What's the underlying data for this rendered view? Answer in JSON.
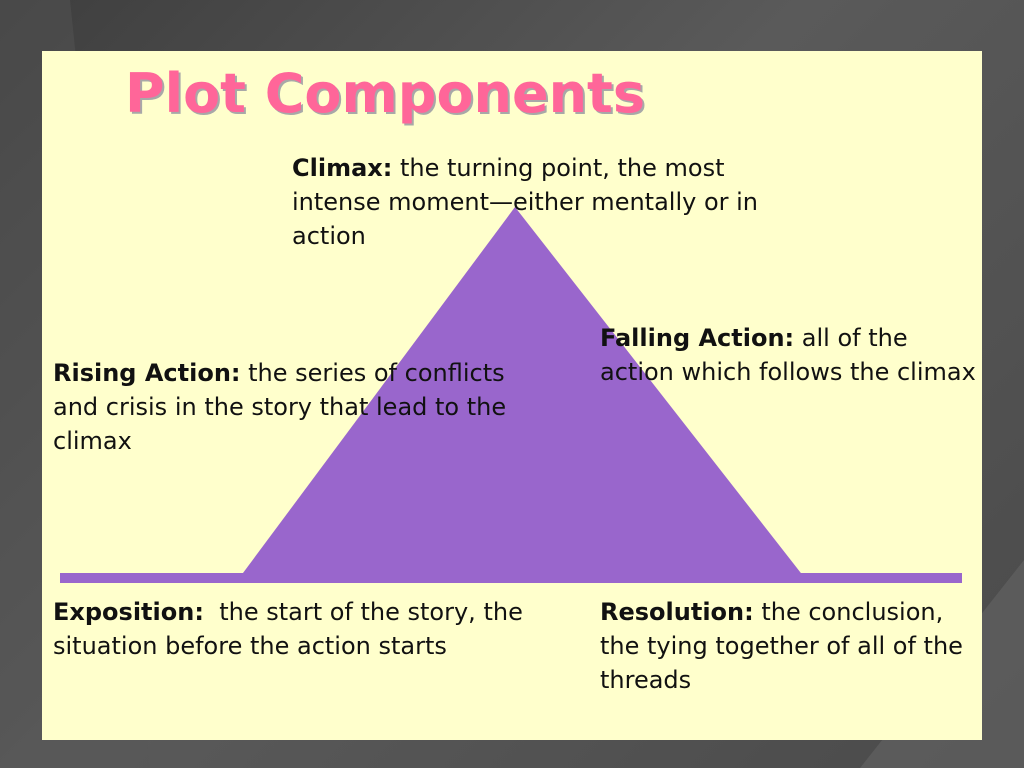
{
  "title": "Plot Components",
  "colors": {
    "title": "#ff6699",
    "panel": "#ffffcc",
    "shape": "#9966cc",
    "frame": "#4a4a4a",
    "text": "#111111"
  },
  "labels": {
    "climax": {
      "term": "Climax:",
      "definition": " the turning point, the most intense moment—either mentally or in action"
    },
    "rising_action": {
      "term": "Rising Action:",
      "definition": " the series of conflicts and crisis in the story that lead to the climax"
    },
    "falling_action": {
      "term": "Falling Action:",
      "definition": " all of the action which follows the climax"
    },
    "exposition": {
      "term": "Exposition:",
      "definition": "  the start of the story, the situation before the action starts"
    },
    "resolution": {
      "term": "Resolution:",
      "definition": " the conclusion, the tying together of all of the threads"
    }
  }
}
